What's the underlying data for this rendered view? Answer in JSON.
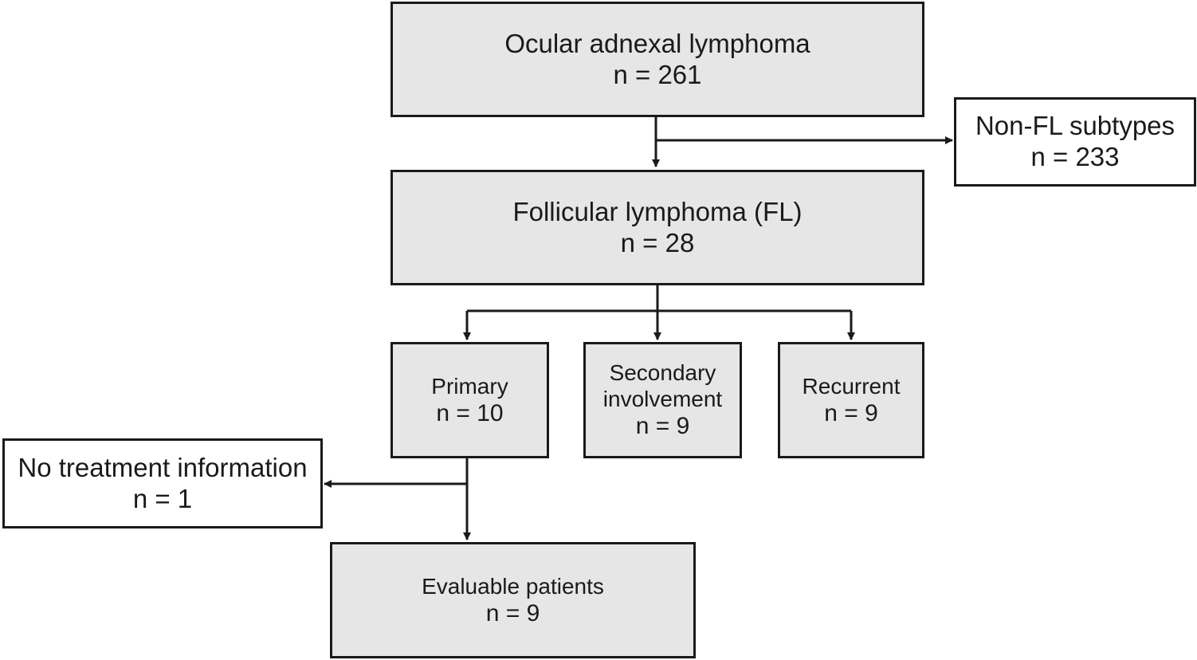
{
  "nodes": {
    "ocular": {
      "label": "Ocular adnexal lymphoma",
      "count": "n = 261"
    },
    "non_fl": {
      "label": "Non-FL subtypes",
      "count": "n = 233"
    },
    "follicular": {
      "label": "Follicular lymphoma (FL)",
      "count": "n = 28"
    },
    "primary": {
      "label": "Primary",
      "count": "n = 10"
    },
    "secondary": {
      "label_line1": "Secondary",
      "label_line2": "involvement",
      "count": "n = 9"
    },
    "recurrent": {
      "label": "Recurrent",
      "count": "n = 9"
    },
    "no_treatment": {
      "label": "No treatment information",
      "count": "n = 1"
    },
    "evaluable": {
      "label": "Evaluable patients",
      "count": "n = 9"
    }
  },
  "colors": {
    "box_fill_shaded": "#e6e6e6",
    "box_fill_plain": "#ffffff",
    "stroke": "#1a1a1a"
  }
}
